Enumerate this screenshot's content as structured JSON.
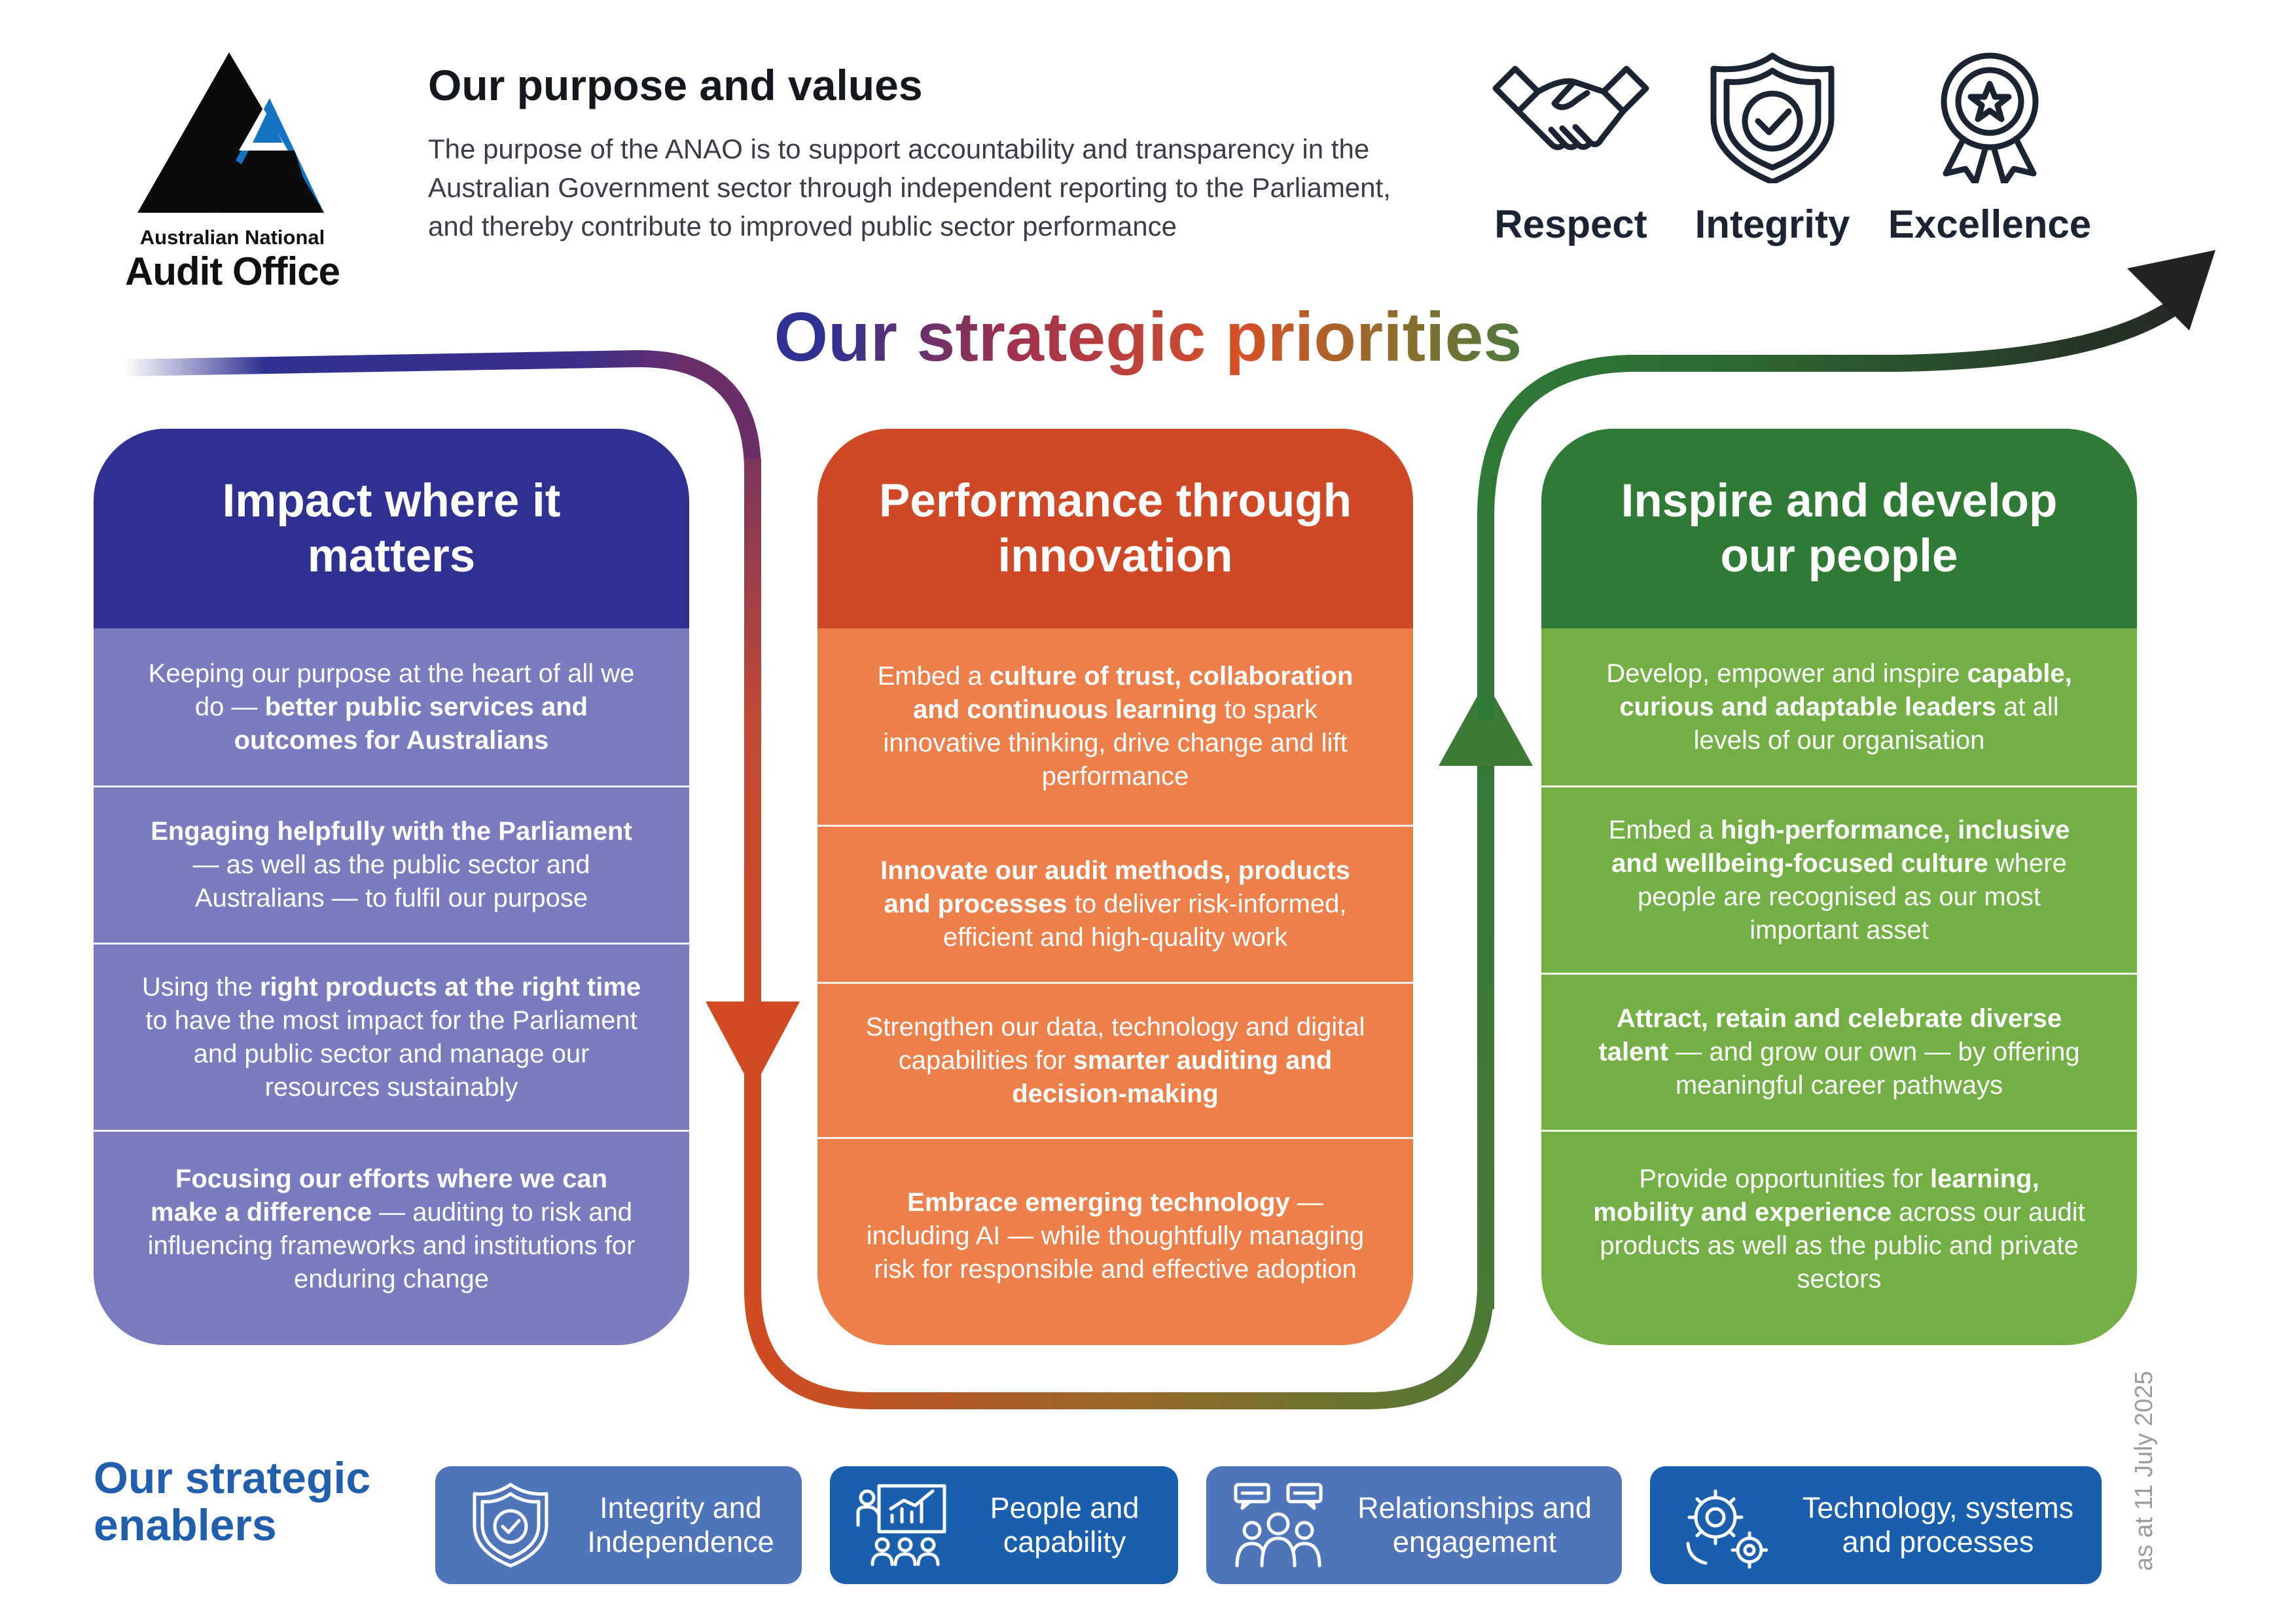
{
  "logo": {
    "line1": "Australian National",
    "line2": "Audit Office"
  },
  "purpose": {
    "title": "Our purpose and values",
    "body": "The purpose of the ANAO is to support accountability and transparency in the Australian Government sector through independent reporting to the Parliament, and thereby contribute to improved public sector performance"
  },
  "values": [
    {
      "label": "Respect",
      "icon": "handshake-icon"
    },
    {
      "label": "Integrity",
      "icon": "shield-check-icon"
    },
    {
      "label": "Excellence",
      "icon": "award-ribbon-icon"
    }
  ],
  "priorities_title": "Our strategic priorities",
  "columns": [
    {
      "title": "Impact where it matters",
      "items": [
        {
          "pre": "Keeping our purpose at the heart of all we do — ",
          "bold": "better public services and outcomes for Australians",
          "post": ""
        },
        {
          "pre": "",
          "bold": "Engaging helpfully with the Parliament",
          "post": " — as well as the public sector and Australians — to fulfil our purpose"
        },
        {
          "pre": "Using the ",
          "bold": "right products at the right time",
          "post": " to have the most impact for the Parliament and public sector and manage our resources sustainably"
        },
        {
          "pre": "",
          "bold": "Focusing our efforts where we can make a difference",
          "post": " — auditing to risk and influencing frameworks and institutions for enduring change"
        }
      ]
    },
    {
      "title": "Performance through innovation",
      "items": [
        {
          "pre": "Embed a ",
          "bold": "culture of trust, collaboration and continuous learning",
          "post": " to spark innovative thinking, drive change and lift performance"
        },
        {
          "pre": "",
          "bold": "Innovate our audit methods, products and processes",
          "post": " to deliver risk-informed, efficient and high-quality work"
        },
        {
          "pre": "Strengthen our data, technology and digital capabilities for ",
          "bold": "smarter auditing and decision-making",
          "post": ""
        },
        {
          "pre": "",
          "bold": "Embrace emerging technology",
          "post": " — including AI — while thoughtfully managing risk for responsible and effective adoption"
        }
      ]
    },
    {
      "title": "Inspire and develop our people",
      "items": [
        {
          "pre": "Develop, empower and inspire ",
          "bold": "capable, curious and adaptable leaders",
          "post": " at all levels of our organisation"
        },
        {
          "pre": "Embed a ",
          "bold": "high-performance, inclusive and wellbeing-focused culture",
          "post": " where people are recognised as our most important asset"
        },
        {
          "pre": "",
          "bold": "Attract, retain and celebrate diverse talent",
          "post": " — and grow our own — by offering meaningful career pathways"
        },
        {
          "pre": "Provide opportunities for ",
          "bold": "learning, mobility and experience",
          "post": " across our audit products as well as the public and private sectors"
        }
      ]
    }
  ],
  "enablers": {
    "title_line1": "Our strategic",
    "title_line2": "enablers",
    "items": [
      {
        "line1": "Integrity and",
        "line2": "Independence",
        "icon": "shield-check-icon"
      },
      {
        "line1": "People and",
        "line2": "capability",
        "icon": "people-chart-icon"
      },
      {
        "line1": "Relationships and",
        "line2": "engagement",
        "icon": "group-chat-icon"
      },
      {
        "line1": "Technology, systems",
        "line2": "and processes",
        "icon": "gears-icon"
      }
    ]
  },
  "date_note": "as at 11 July 2025",
  "colors": {
    "navy": "#2e3191",
    "orange": "#cf4926",
    "green": "#2f7a35",
    "enabler_blue": "#1a5fae"
  }
}
